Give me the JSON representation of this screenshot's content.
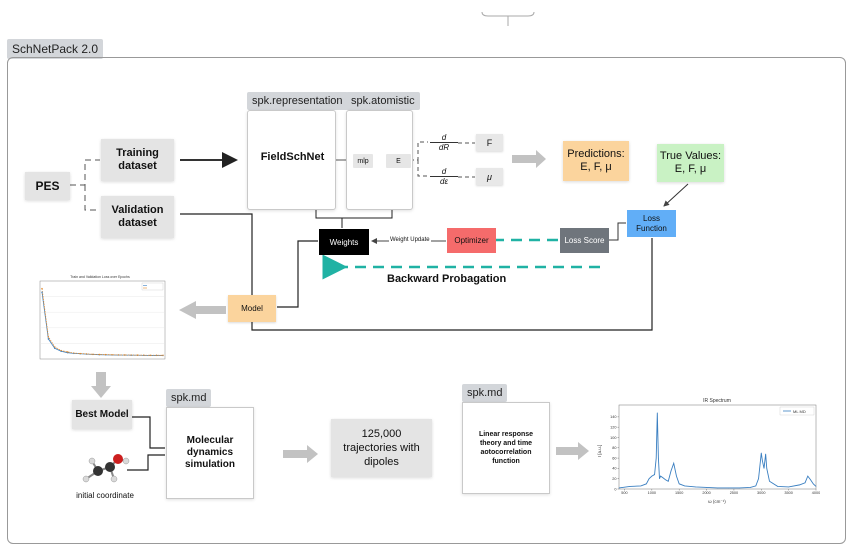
{
  "title": "SchNetPack 2.0",
  "pes": "PES",
  "training": "Training dataset",
  "validation": "Validation dataset",
  "spk_representation": "spk.representation",
  "spk_atomistic": "spk.atomistic",
  "fieldschnet": "FieldSchNet",
  "mlp": "mlp",
  "energy": "E",
  "deriv_top_num": "d",
  "deriv_top_den": "dR",
  "deriv_bot_num": "d",
  "deriv_bot_den": "dε",
  "force": "F",
  "dipole": "μ",
  "predictions_title": "Predictions:",
  "predictions_vals": "E, F, μ",
  "true_title": "True Values:",
  "true_vals": "E, F, μ",
  "loss_function": "Loss Function",
  "loss_score": "Loss Score",
  "optimizer": "Optimizer",
  "weight_update": "Weight Update",
  "weights": "Weights",
  "backward": "Backward Probagation",
  "model": "Model",
  "best_model": "Best Model",
  "initial_coordinate": "initial coordinate",
  "spk_md_1": "spk.md",
  "md_sim": "Molecular dynamics simulation",
  "trajectories": "125,000 trajectories with dipoles",
  "spk_md_2": "spk.md",
  "linear_response": "Linear response theory and time aotocorrelation function",
  "loss_plot_title": "Train and Validation Loss over Epochs",
  "ir_title": "IR Spectrum",
  "ir_legend": "ML MD",
  "ir_xlabel": "ω (cm⁻¹)",
  "ir_ylabel": "I [a.u.]",
  "colors": {
    "predictions": "#fbd49d",
    "true_values": "#c9f2c4",
    "loss_function": "#61aef7",
    "optimizer": "#f56b6b",
    "loss_score": "#6f757c",
    "weights": "#000000",
    "model": "#fbd49d",
    "teal": "#20b2a4",
    "spectrum": "#3a7fc1"
  },
  "chart_data": [
    {
      "type": "line",
      "title": "Train and Validation Loss over Epochs",
      "series": [
        {
          "values": [
            0.9,
            0.25,
            0.12,
            0.08,
            0.06,
            0.05,
            0.045,
            0.04,
            0.035,
            0.032,
            0.03,
            0.028,
            0.027,
            0.026,
            0.025,
            0.024,
            0.023,
            0.022,
            0.022,
            0.021
          ]
        },
        {
          "values": [
            0.95,
            0.28,
            0.14,
            0.09,
            0.07,
            0.055,
            0.048,
            0.043,
            0.038,
            0.035,
            0.033,
            0.031,
            0.029,
            0.028,
            0.027,
            0.026,
            0.025,
            0.024,
            0.024,
            0.023
          ]
        }
      ]
    },
    {
      "type": "line",
      "title": "IR Spectrum",
      "xlabel": "ω (cm⁻¹)",
      "ylabel": "I [a.u.]",
      "xlim": [
        400,
        4000
      ],
      "ylim": [
        0,
        150
      ],
      "x_ticks": [
        500,
        1000,
        1500,
        2000,
        2500,
        3000,
        3500,
        4000
      ],
      "y_ticks": [
        0,
        20,
        40,
        60,
        80,
        100,
        120,
        140
      ],
      "series": [
        {
          "name": "ML MD",
          "x": [
            400,
            600,
            800,
            900,
            950,
            1000,
            1050,
            1080,
            1100,
            1120,
            1140,
            1160,
            1200,
            1250,
            1300,
            1350,
            1400,
            1450,
            1500,
            1600,
            1800,
            2000,
            2200,
            2400,
            2600,
            2800,
            2900,
            2950,
            3000,
            3020,
            3050,
            3080,
            3100,
            3150,
            3300,
            3500,
            3700,
            3800,
            3850,
            3900,
            3950,
            4000
          ],
          "y": [
            2,
            5,
            6,
            10,
            20,
            25,
            28,
            60,
            148,
            60,
            20,
            25,
            22,
            18,
            15,
            35,
            50,
            25,
            10,
            6,
            4,
            3,
            2,
            2,
            2,
            3,
            6,
            20,
            70,
            55,
            40,
            68,
            40,
            15,
            5,
            4,
            8,
            12,
            25,
            18,
            10,
            5
          ]
        }
      ]
    }
  ]
}
